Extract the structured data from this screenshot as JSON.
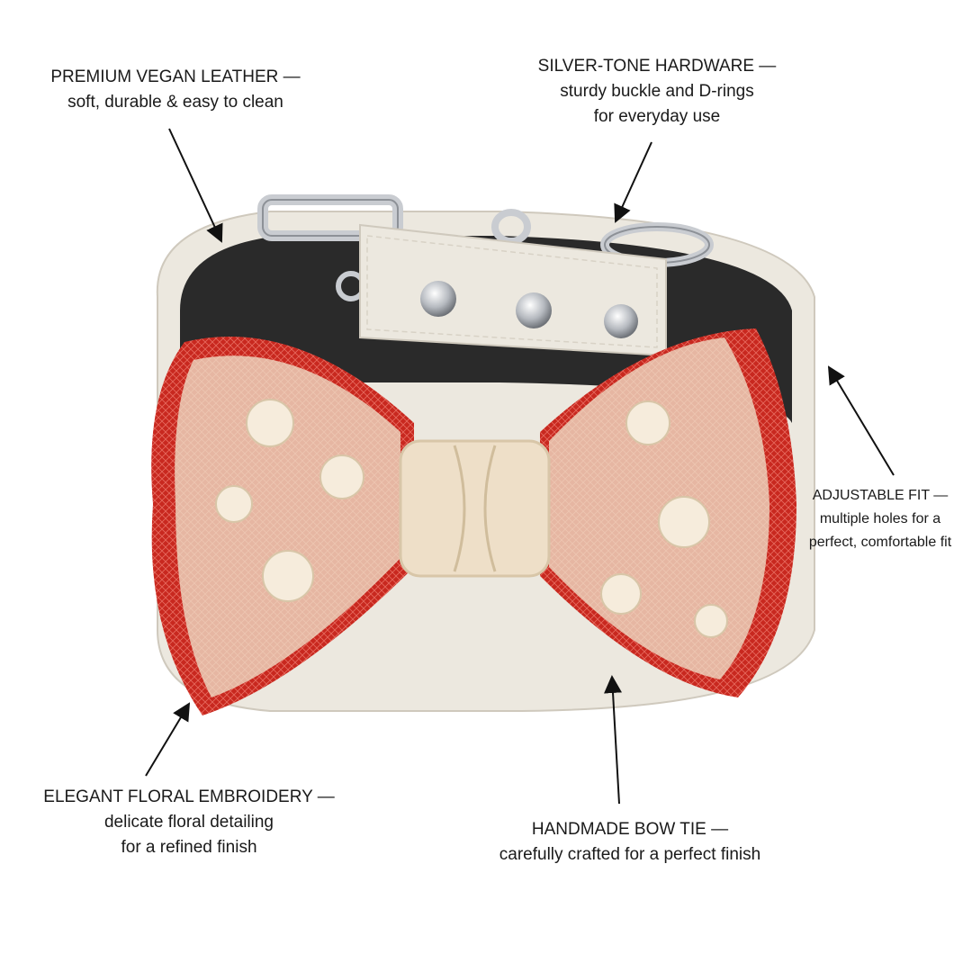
{
  "callouts": {
    "leather": {
      "title": "PREMIUM VEGAN LEATHER —",
      "lines": [
        "soft, durable & easy to clean"
      ]
    },
    "hardware": {
      "title": "SILVER-TONE HARDWARE —",
      "lines": [
        "sturdy buckle and D-rings",
        "for everyday use"
      ]
    },
    "fit": {
      "title": "ADJUSTABLE FIT —",
      "lines": [
        "multiple holes for a",
        "perfect, comfortable fit"
      ]
    },
    "embroidery": {
      "title": "ELEGANT FLORAL EMBROIDERY —",
      "lines": [
        "delicate floral detailing",
        "for a refined finish"
      ]
    },
    "bowtie": {
      "title": "HANDMADE BOW TIE —",
      "lines": [
        "carefully crafted for a perfect finish"
      ]
    }
  },
  "colors": {
    "leather": "#ece8df",
    "lining": "#2a2a2a",
    "metal": "#c9ccd1",
    "bow_red": "#c8281f",
    "lace": "#eedfc8"
  }
}
